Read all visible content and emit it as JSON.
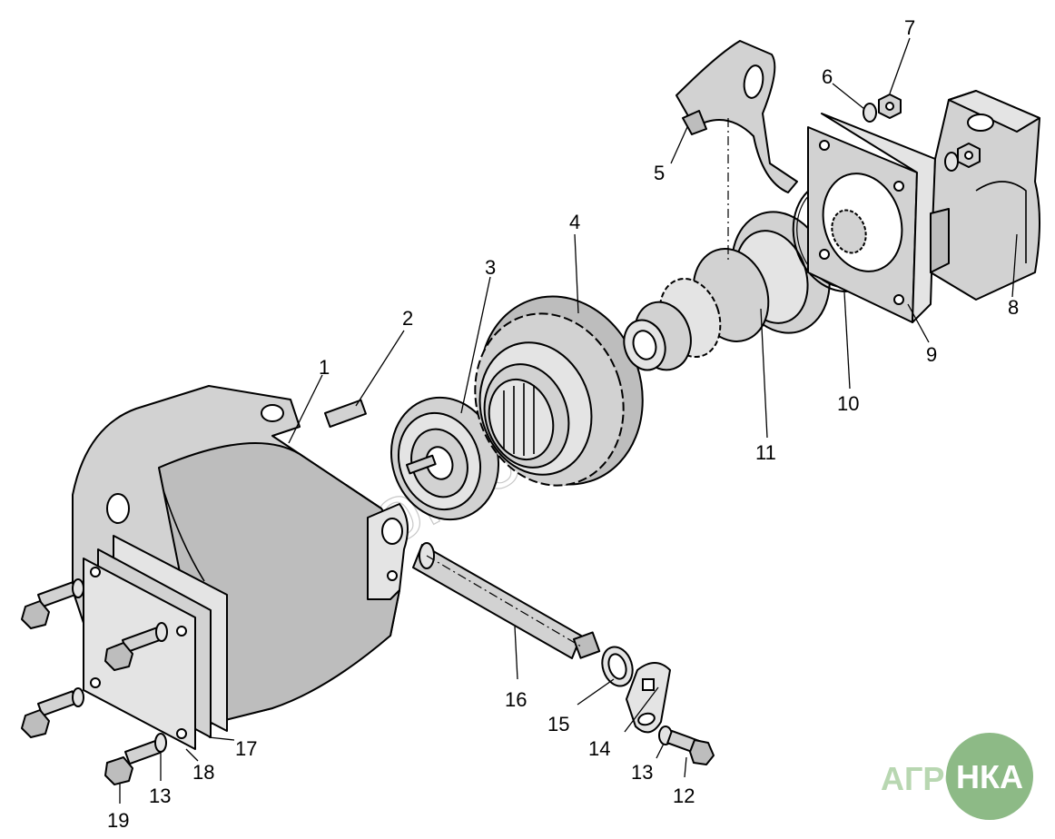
{
  "diagram": {
    "callouts": [
      "1",
      "2",
      "3",
      "4",
      "5",
      "6",
      "7",
      "8",
      "9",
      "10",
      "11",
      "12",
      "13",
      "14",
      "15",
      "16",
      "17",
      "18",
      "19"
    ],
    "callout_13_second": "13",
    "watermark": "promo"
  },
  "logo": {
    "prefix": "АГРО",
    "badge": "НКА",
    "badge_color": "#8dba86",
    "prefix_color": "#b8d7b1"
  }
}
